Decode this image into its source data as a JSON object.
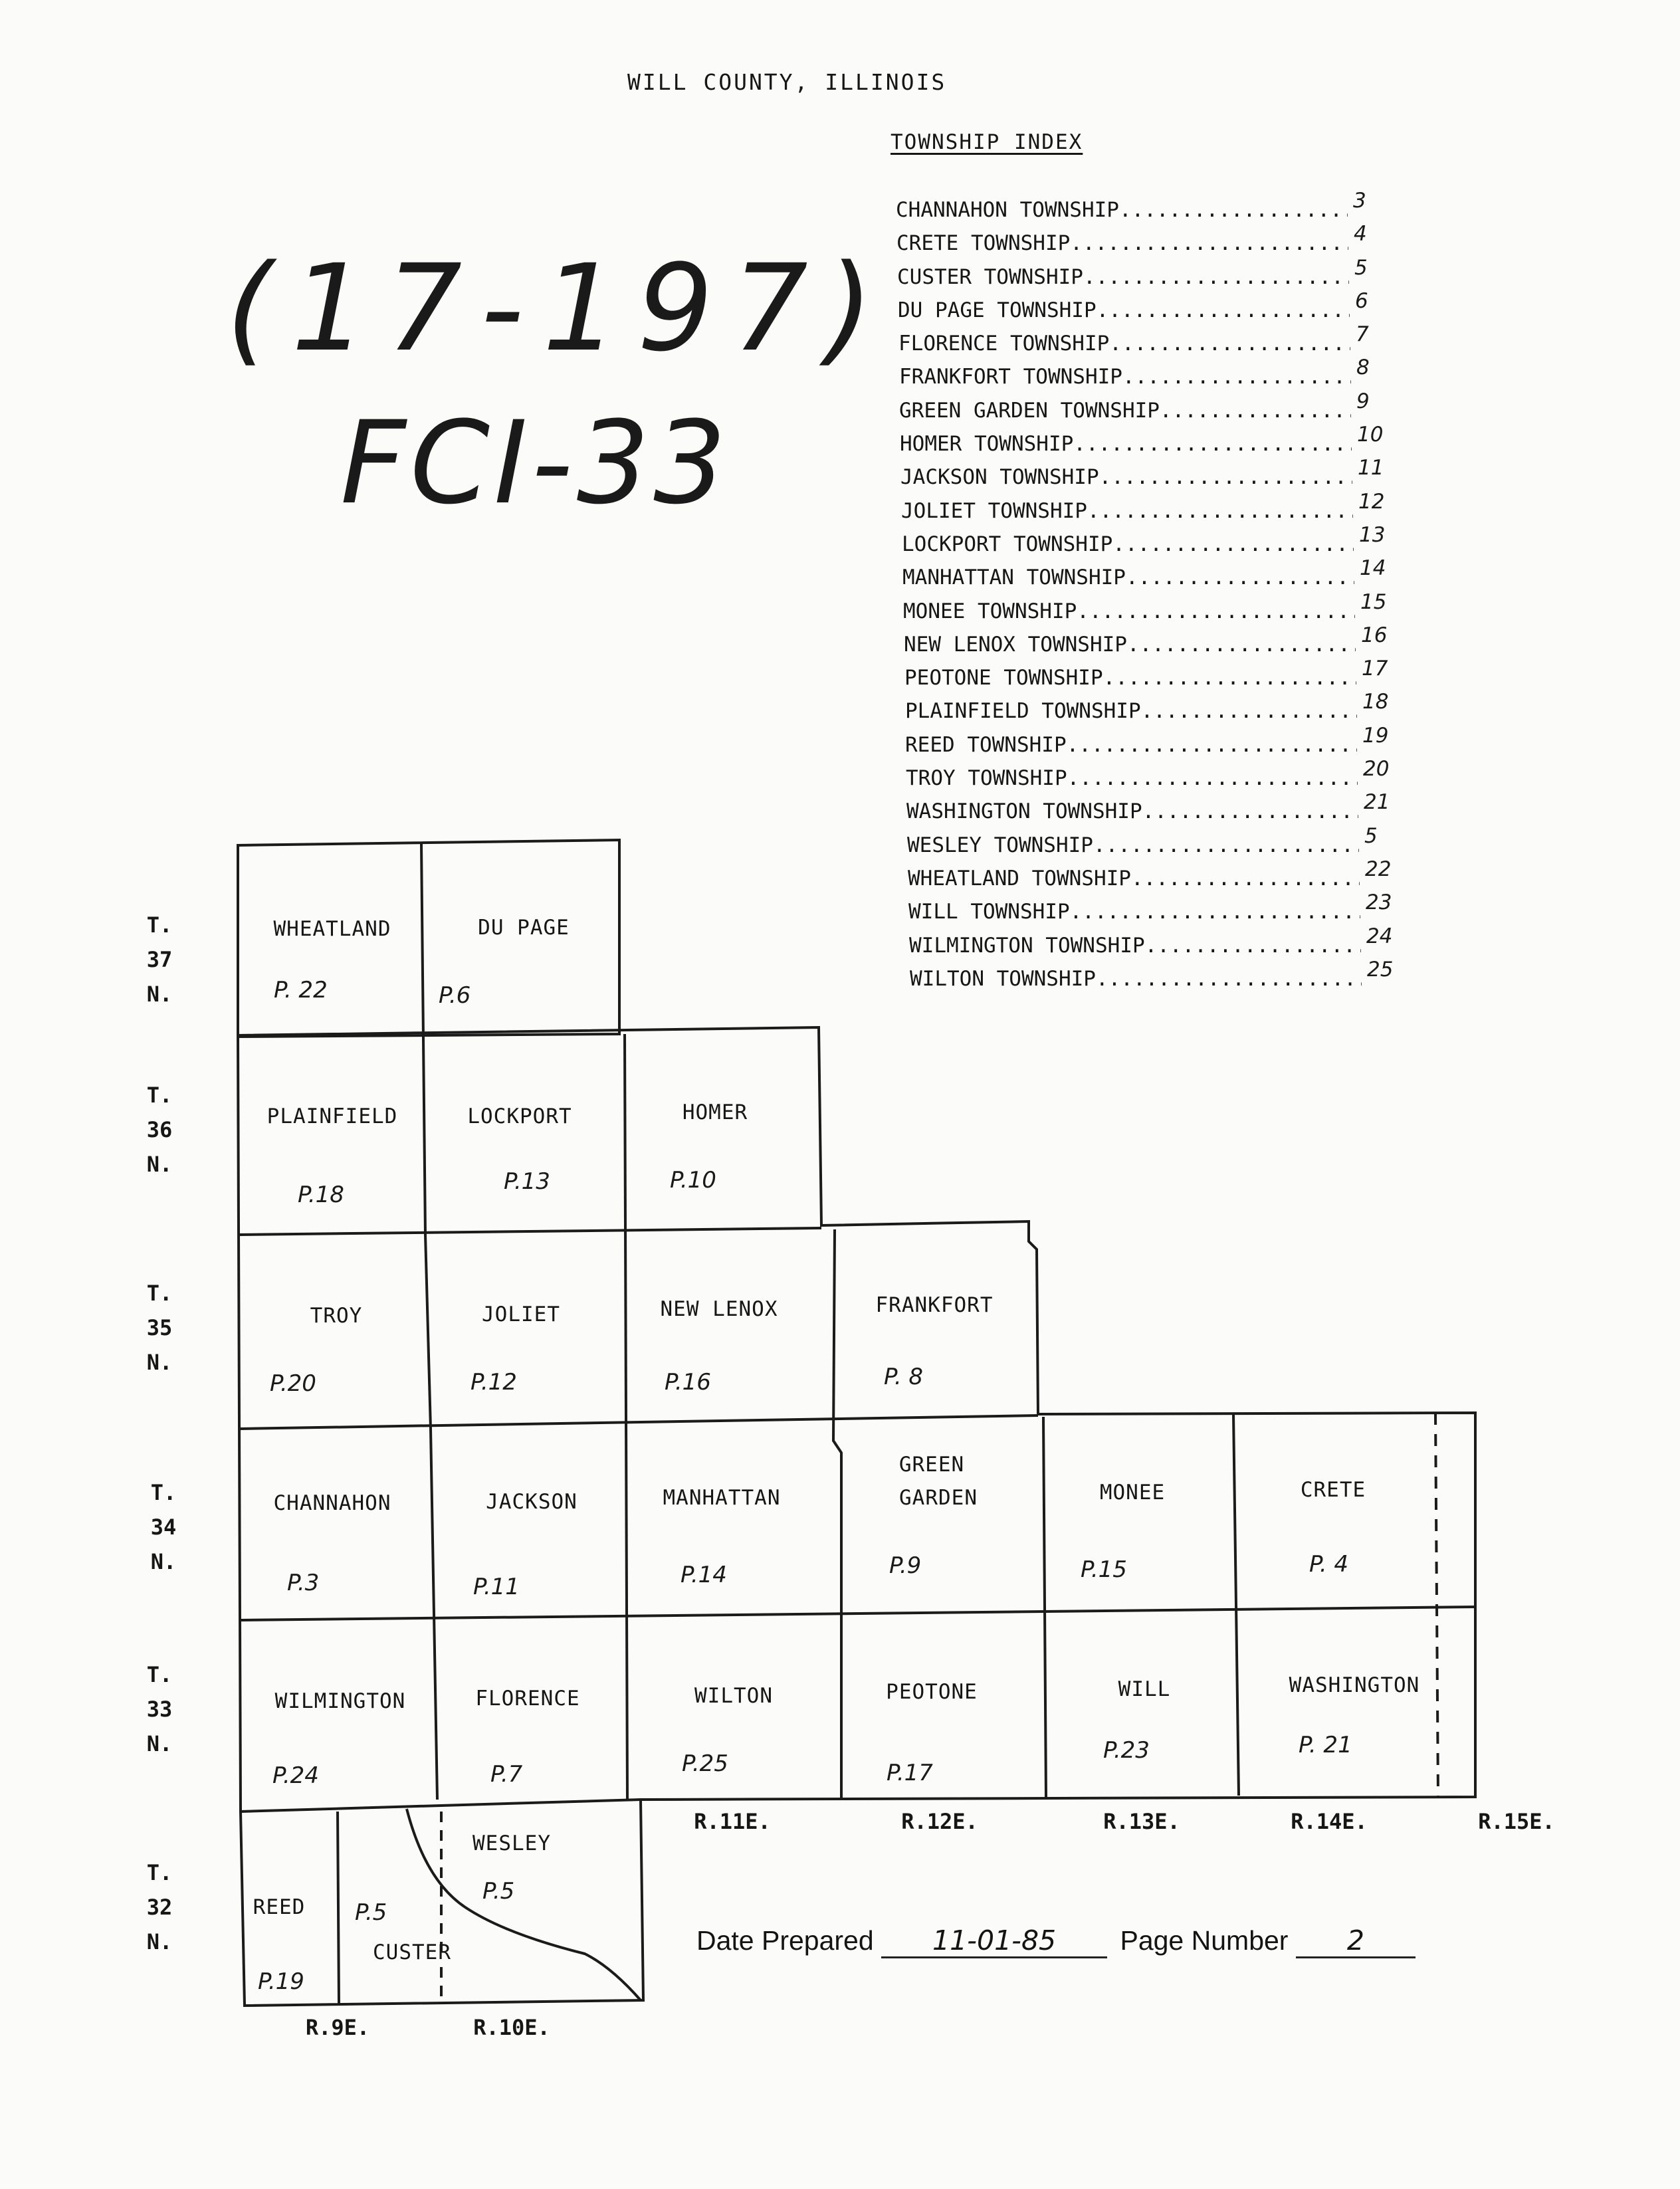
{
  "title": "WILL COUNTY, ILLINOIS",
  "index": {
    "heading": "TOWNSHIP INDEX",
    "entries": [
      {
        "name": "CHANNAHON TOWNSHIP",
        "page": "3"
      },
      {
        "name": "CRETE TOWNSHIP",
        "page": "4"
      },
      {
        "name": "CUSTER TOWNSHIP",
        "page": "5"
      },
      {
        "name": "DU PAGE TOWNSHIP",
        "page": "6"
      },
      {
        "name": "FLORENCE TOWNSHIP",
        "page": "7"
      },
      {
        "name": "FRANKFORT TOWNSHIP",
        "page": "8"
      },
      {
        "name": "GREEN GARDEN TOWNSHIP",
        "page": "9"
      },
      {
        "name": "HOMER TOWNSHIP",
        "page": "10"
      },
      {
        "name": "JACKSON TOWNSHIP",
        "page": "11"
      },
      {
        "name": "JOLIET TOWNSHIP",
        "page": "12"
      },
      {
        "name": "LOCKPORT TOWNSHIP",
        "page": "13"
      },
      {
        "name": "MANHATTAN TOWNSHIP",
        "page": "14"
      },
      {
        "name": "MONEE TOWNSHIP",
        "page": "15"
      },
      {
        "name": "NEW LENOX TOWNSHIP",
        "page": "16"
      },
      {
        "name": "PEOTONE TOWNSHIP",
        "page": "17"
      },
      {
        "name": "PLAINFIELD TOWNSHIP",
        "page": "18"
      },
      {
        "name": "REED TOWNSHIP",
        "page": "19"
      },
      {
        "name": "TROY TOWNSHIP",
        "page": "20"
      },
      {
        "name": "WASHINGTON TOWNSHIP",
        "page": "21"
      },
      {
        "name": "WESLEY TOWNSHIP",
        "page": "5"
      },
      {
        "name": "WHEATLAND TOWNSHIP",
        "page": "22"
      },
      {
        "name": "WILL TOWNSHIP",
        "page": "23"
      },
      {
        "name": "WILMINGTON TOWNSHIP",
        "page": "24"
      },
      {
        "name": "WILTON TOWNSHIP",
        "page": "25"
      }
    ]
  },
  "handwritten_id": {
    "line1": "(17-197)",
    "line2": "FCI-33"
  },
  "map": {
    "township_rows": [
      {
        "t": "T.",
        "n": "37",
        "d": "N."
      },
      {
        "t": "T.",
        "n": "36",
        "d": "N."
      },
      {
        "t": "T.",
        "n": "35",
        "d": "N."
      },
      {
        "t": "T.",
        "n": "34",
        "d": "N."
      },
      {
        "t": "T.",
        "n": "33",
        "d": "N."
      },
      {
        "t": "T.",
        "n": "32",
        "d": "N."
      }
    ],
    "ranges_top": [
      "R.11E.",
      "R.12E.",
      "R.13E.",
      "R.14E.",
      "R.15E."
    ],
    "ranges_bottom": [
      "R.9E.",
      "R.10E."
    ],
    "townships": [
      {
        "name": "WHEATLAND",
        "page": "P. 22"
      },
      {
        "name": "DU PAGE",
        "page": "P.6"
      },
      {
        "name": "PLAINFIELD",
        "page": "P.18"
      },
      {
        "name": "LOCKPORT",
        "page": "P.13"
      },
      {
        "name": "HOMER",
        "page": "P.10"
      },
      {
        "name": "TROY",
        "page": "P.20"
      },
      {
        "name": "JOLIET",
        "page": "P.12"
      },
      {
        "name": "NEW LENOX",
        "page": "P.16"
      },
      {
        "name": "FRANKFORT",
        "page": "P. 8"
      },
      {
        "name": "CHANNAHON",
        "page": "P.3"
      },
      {
        "name": "JACKSON",
        "page": "P.11"
      },
      {
        "name": "MANHATTAN",
        "page": "P.14"
      },
      {
        "name": "GREEN",
        "name2": "GARDEN",
        "page": "P.9"
      },
      {
        "name": "MONEE",
        "page": "P.15"
      },
      {
        "name": "CRETE",
        "page": "P. 4"
      },
      {
        "name": "WILMINGTON",
        "page": "P.24"
      },
      {
        "name": "FLORENCE",
        "page": "P.7"
      },
      {
        "name": "WILTON",
        "page": "P.25"
      },
      {
        "name": "PEOTONE",
        "page": "P.17"
      },
      {
        "name": "WILL",
        "page": "P.23"
      },
      {
        "name": "WASHINGTON",
        "page": "P. 21"
      },
      {
        "name": "WESLEY",
        "page": "P.5"
      },
      {
        "name": "REED",
        "page": "P.19"
      },
      {
        "name": "CUSTER",
        "page": "P.5"
      }
    ]
  },
  "footer": {
    "date_label": "Date Prepared",
    "date_value": "11-01-85",
    "page_label": "Page Number",
    "page_value": "2"
  }
}
